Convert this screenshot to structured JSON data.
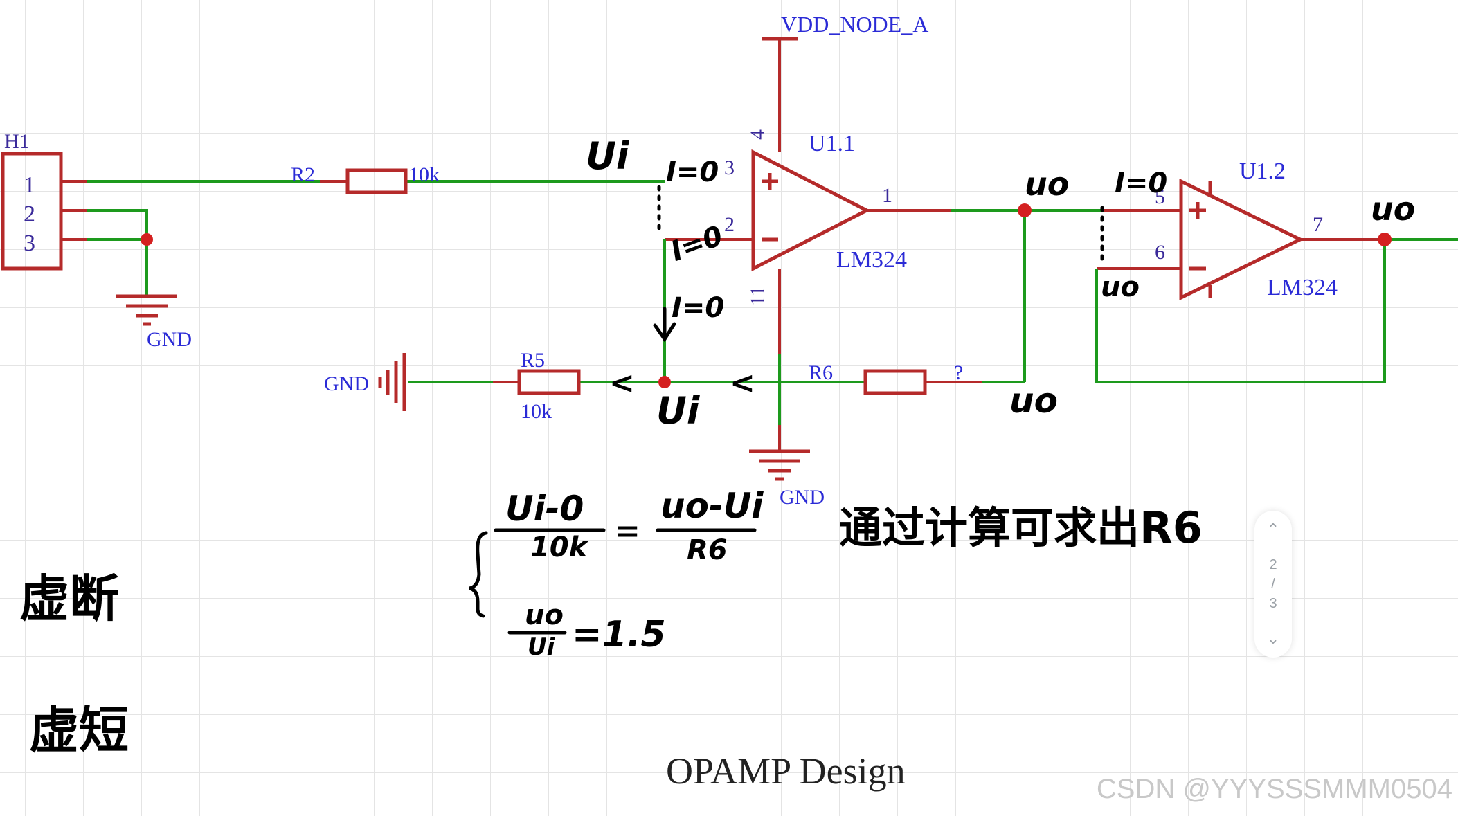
{
  "schematic": {
    "title": "OPAMP Design",
    "power_label": "VDD_NODE_A",
    "header": {
      "ref": "H1",
      "pins": [
        "1",
        "2",
        "3"
      ]
    },
    "resistors": {
      "r2": {
        "ref": "R2",
        "value": "10k"
      },
      "r5": {
        "ref": "R5",
        "value": "10k"
      },
      "r6": {
        "ref": "R6",
        "value": "?"
      }
    },
    "opamp1": {
      "ref": "U1.1",
      "part": "LM324",
      "pins": {
        "noninv": "3",
        "inv": "2",
        "out": "1",
        "vcc": "4",
        "vee": "11"
      }
    },
    "opamp2": {
      "ref": "U1.2",
      "part": "LM324",
      "pins": {
        "noninv": "5",
        "inv": "6",
        "out": "7"
      }
    },
    "gnd_labels": [
      "GND",
      "GND",
      "GND"
    ]
  },
  "annotations": {
    "ui_top": "Ui",
    "i0_a": "I=0",
    "i0_b": "I=0",
    "i0_c": "I=0",
    "i0_d": "I=0",
    "ui_bottom": "Ui",
    "uo_out1": "uo",
    "uo_feedback": "uo",
    "uo_inv2": "uo",
    "uo_out2": "uo",
    "arrow_1": "<",
    "arrow_2": "<",
    "eq1_num_left": "Ui-0",
    "eq1_den_left": "10k",
    "eq1_equals": "=",
    "eq1_num_right": "uo-Ui",
    "eq1_den_right": "R6",
    "eq2_num": "uo",
    "eq2_den": "Ui",
    "eq2_value": "=1.5",
    "note": "通过计算可求出R6",
    "virtual_open": "虚断",
    "virtual_short": "虚短"
  },
  "pager": {
    "current": "2",
    "sep": "/",
    "total": "3",
    "prev_icon": "chevron-up-icon",
    "next_icon": "chevron-down-icon"
  },
  "watermark": "CSDN @YYYSSSMMM0504",
  "colors": {
    "wire": "#1d9a1d",
    "part": "#b52a2a",
    "label": "#2b2bd6",
    "junction": "#d42020",
    "grid": "#e4e4e4"
  }
}
